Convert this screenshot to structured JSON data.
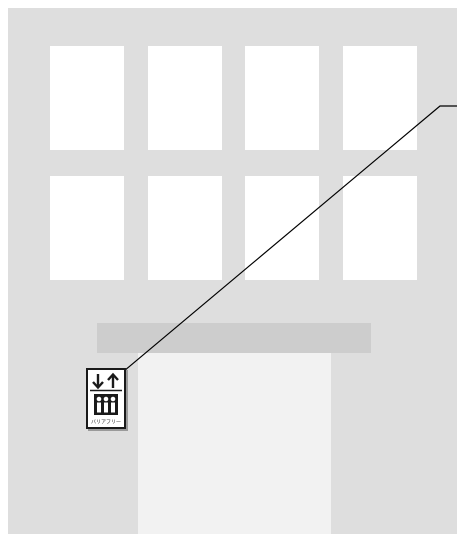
{
  "scene": {
    "subject": "building-facade",
    "windows_rows": 2,
    "windows_per_row": 4
  },
  "elevator_sign": {
    "icon": "elevator-icon",
    "arrows": "down-up",
    "caption": "バリアフリー"
  },
  "colors": {
    "facade": "#dedede",
    "window": "#ffffff",
    "awning": "#cdcdcd",
    "doorway": "#f2f2f2",
    "line": "#000000",
    "sign_ink": "#1a1a1a"
  }
}
